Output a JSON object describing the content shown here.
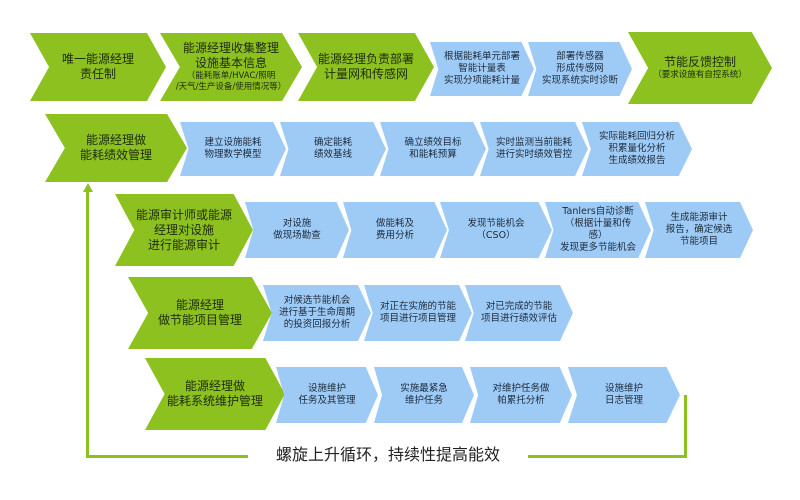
{
  "colors": {
    "green": "#8cc11f",
    "blue": "#9ecbf6"
  },
  "rows": [
    {
      "name": "row-responsibility",
      "steps": [
        {
          "type": "green",
          "text": "唯一能源经理\n责任制"
        },
        {
          "type": "green",
          "text": "能源经理收集整理\n设施基本信息",
          "sub": "（能耗账单/HVAC/照明\n/天气/生产设备/使用情况等）"
        },
        {
          "type": "green",
          "text": "能源经理负责部署\n计量网和传感网"
        },
        {
          "type": "blue",
          "text": "根据能耗单元部署\n智能计量表\n实现分项能耗计量"
        },
        {
          "type": "blue",
          "text": "部署传感器\n形成传感网\n实现系统实时诊断"
        },
        {
          "type": "green",
          "text": "节能反馈控制",
          "sub": "（要求设施有自控系统）"
        }
      ]
    },
    {
      "name": "row-performance",
      "steps": [
        {
          "type": "green",
          "text": "能源经理做\n能耗绩效管理"
        },
        {
          "type": "blue",
          "text": "建立设施能耗\n物理数学模型"
        },
        {
          "type": "blue",
          "text": "确定能耗\n绩效基线"
        },
        {
          "type": "blue",
          "text": "确立绩效目标\n和能耗预算"
        },
        {
          "type": "blue",
          "text": "实时监测当前能耗\n进行实时绩效管控"
        },
        {
          "type": "blue",
          "text": "实际能耗回归分析\n积累量化分析\n生成绩效报告"
        }
      ]
    },
    {
      "name": "row-audit",
      "steps": [
        {
          "type": "green",
          "text": "能源审计师或能源\n经理对设施\n进行能源审计"
        },
        {
          "type": "blue",
          "text": "对设施\n做现场勘查"
        },
        {
          "type": "blue",
          "text": "做能耗及\n费用分析"
        },
        {
          "type": "blue",
          "text": "发现节能机会\n（CSO）"
        },
        {
          "type": "blue",
          "text": "Tanlers自动诊断\n（根据计量和传感）\n发现更多节能机会"
        },
        {
          "type": "blue",
          "text": "生成能源审计\n报告，确定候选\n节能项目"
        }
      ]
    },
    {
      "name": "row-projects",
      "steps": [
        {
          "type": "green",
          "text": "能源经理\n做节能项目管理"
        },
        {
          "type": "blue",
          "text": "对候选节能机会\n进行基于生命周期\n的投资回报分析"
        },
        {
          "type": "blue",
          "text": "对正在实施的节能\n项目进行项目管理"
        },
        {
          "type": "blue",
          "text": "对已完成的节能\n项目进行绩效评估"
        }
      ]
    },
    {
      "name": "row-maintenance",
      "steps": [
        {
          "type": "green",
          "text": "能源经理做\n能耗系统维护管理"
        },
        {
          "type": "blue",
          "text": "设施维护\n任务及其管理"
        },
        {
          "type": "blue",
          "text": "实施最紧急\n维护任务"
        },
        {
          "type": "blue",
          "text": "对维护任务做\n帕累托分析"
        },
        {
          "type": "blue",
          "text": "设施维护\n日志管理"
        }
      ]
    }
  ],
  "loop_label": "螺旋上升循环，持续性提高能效"
}
